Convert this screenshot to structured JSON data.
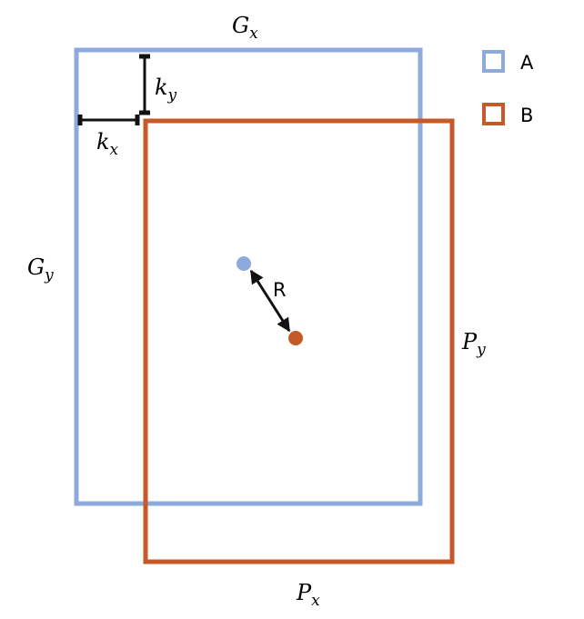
{
  "colors": {
    "A": "#8eaadb",
    "B": "#c55a28",
    "line": "#111111"
  },
  "legend": [
    {
      "label": "A"
    },
    {
      "label": "B"
    }
  ],
  "labels": {
    "Gx": {
      "main": "G",
      "sub": "x"
    },
    "Gy": {
      "main": "G",
      "sub": "y"
    },
    "Px": {
      "main": "P",
      "sub": "x"
    },
    "Py": {
      "main": "P",
      "sub": "y"
    },
    "kx": {
      "main": "k",
      "sub": "x"
    },
    "ky": {
      "main": "k",
      "sub": "y"
    },
    "R": "R"
  }
}
